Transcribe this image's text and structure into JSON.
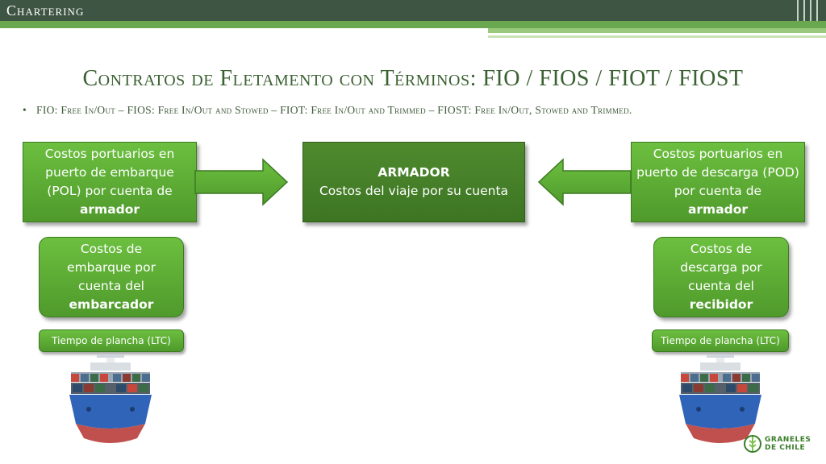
{
  "header": {
    "section": "Chartering"
  },
  "title": "Contratos de Fletamento con Términos: FIO / FIOS / FIOT / FIOST",
  "bullet": "FIO: Free In/Out – FIOS: Free In/Out and Stowed – FIOT: Free In/Out and Trimmed – FIOST: Free In/Out, Stowed and Trimmed.",
  "left_box": {
    "text": "Costos portuarios en puerto de embarque (POL) por cuenta de",
    "bold": "armador"
  },
  "center_box": {
    "bold": "ARMADOR",
    "text": "Costos del viaje por su cuenta"
  },
  "right_box": {
    "text": "Costos portuarios en puerto de descarga (POD) por cuenta de",
    "bold": "armador"
  },
  "left_lower": {
    "text": "Costos de embarque por cuenta del",
    "bold": "embarcador"
  },
  "right_lower": {
    "text": "Costos de descarga por cuenta del",
    "bold": "recibidor"
  },
  "left_pill": "Tiempo de plancha (LTC)",
  "right_pill": "Tiempo de plancha (LTC)",
  "logo": {
    "line1": "GRANELES",
    "line2": "DE CHILE"
  },
  "colors": {
    "box_green": "#5aab36",
    "dark_green": "#467f29",
    "title_green": "#3a6131",
    "header_bg": "#3f5543"
  }
}
